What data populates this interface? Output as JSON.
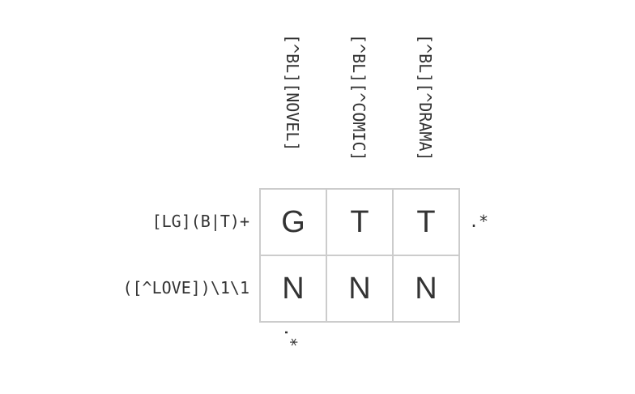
{
  "puzzle": {
    "column_clues_top": [
      "[^BL][NOVEL]",
      "[^BL][^COMIC]",
      "[^BL][^DRAMA]"
    ],
    "column_clues_bottom": [
      ".*"
    ],
    "row_clues_left": [
      "[LG](B|T)+",
      "([^LOVE])\\1\\1"
    ],
    "row_clues_right": [
      ".*"
    ],
    "grid": [
      [
        "G",
        "T",
        "T"
      ],
      [
        "N",
        "N",
        "N"
      ]
    ]
  },
  "colors": {
    "text": "#333333",
    "grid_border": "#cccccc",
    "background": "#ffffff"
  }
}
